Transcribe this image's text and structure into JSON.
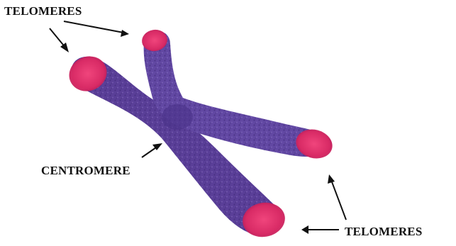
{
  "labels": {
    "telomeres_top": "TELOMERES",
    "centromere": "CENTROMERE",
    "telomeres_bottom": "TELOMERES"
  },
  "colors": {
    "chromatid": "#5a3f98",
    "chromatid_light": "#7a5cb8",
    "chromatid_dark": "#3f2a78",
    "telomere": "#e2306a",
    "telomere_dark": "#b5134f",
    "arrow": "#111111",
    "background": "#ffffff"
  }
}
